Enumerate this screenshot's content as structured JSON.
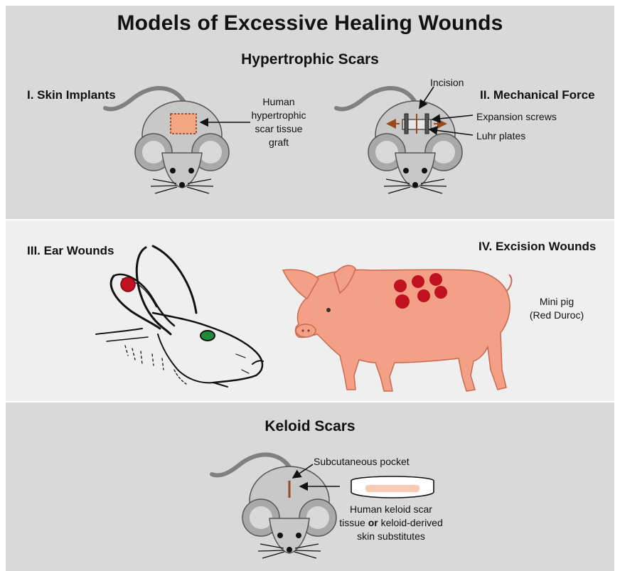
{
  "title": "Models of Excessive Healing Wounds",
  "sections": {
    "hypertrophic": {
      "heading": "Hypertrophic Scars",
      "skin_implants": {
        "label": "I. Skin Implants",
        "graft_note": [
          "Human",
          "hypertrophic",
          "scar tissue",
          "graft"
        ]
      },
      "mechanical_force": {
        "label": "II. Mechanical Force",
        "incision": "Incision",
        "expansion_screws": "Expansion screws",
        "luhr_plates": "Luhr plates"
      }
    },
    "animals": {
      "ear_wounds": {
        "label": "III. Ear Wounds"
      },
      "excision_wounds": {
        "label": "IV. Excision Wounds",
        "pig_note": [
          "Mini pig",
          "(Red Duroc)"
        ]
      }
    },
    "keloid": {
      "heading": "Keloid Scars",
      "pocket": "Subcutaneous pocket",
      "tissue_note_line1": "Human keloid scar",
      "tissue_note_line2_a": "tissue ",
      "tissue_note_line2_b": "or",
      "tissue_note_line2_c": " keloid-derived",
      "tissue_note_line3": "skin substitutes"
    }
  },
  "colors": {
    "mouse_body": "#c8c8c8",
    "mouse_ear": "#a9a9a9",
    "graft": "#f4a582",
    "pig": "#f3a086",
    "wound_red": "#c1121f",
    "arrow_brown": "#9a4a1c"
  }
}
